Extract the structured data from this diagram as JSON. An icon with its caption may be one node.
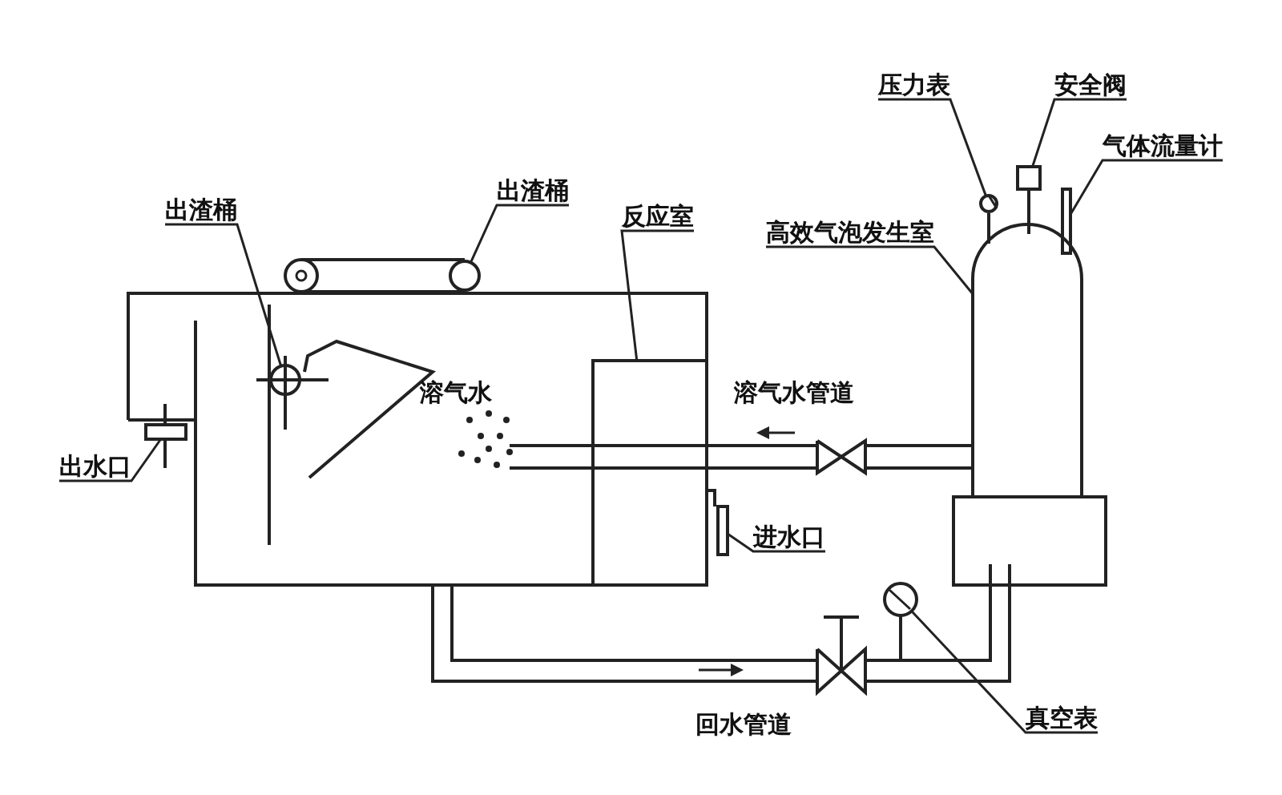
{
  "diagram": {
    "nodes": [
      {
        "text": [
          "出渣桶"
        ]
      },
      {
        "text": [
          "出渣桶"
        ]
      },
      {
        "text": [
          "反应室"
        ]
      },
      {
        "text": [
          "压力表"
        ]
      },
      {
        "text": [
          "安全阀"
        ]
      },
      {
        "text": [
          "气体流量计"
        ]
      },
      {
        "text": [
          "高效气泡发生室"
        ]
      },
      {
        "text": [
          "出水口"
        ]
      },
      {
        "text": [
          "进水口"
        ]
      },
      {
        "text": [
          "真空表"
        ]
      },
      {
        "text": [],
        "shape": "circle"
      },
      {
        "text": [],
        "shape": "circle"
      },
      {
        "text": [],
        "shape": "box"
      },
      {
        "text": [],
        "shape": "circle"
      },
      {
        "text": [],
        "shape": "box"
      },
      {
        "text": [],
        "shape": "bar"
      },
      {
        "text": [],
        "shape": "cylinder"
      },
      {
        "text": [],
        "shape": "bar"
      },
      {
        "text": [],
        "shape": "bar"
      },
      {
        "text": [],
        "shape": "circle"
      }
    ],
    "edges": [
      {
        "from": 0,
        "to": 10,
        "arrow": "none"
      },
      {
        "from": 1,
        "to": 11,
        "arrow": "none"
      },
      {
        "from": 2,
        "to": 12,
        "arrow": "none"
      },
      {
        "from": 3,
        "to": 13,
        "arrow": "none"
      },
      {
        "from": 4,
        "to": 14,
        "arrow": "none"
      },
      {
        "from": 5,
        "to": 15,
        "arrow": "none"
      },
      {
        "from": 6,
        "to": 16,
        "arrow": "none"
      },
      {
        "from": 7,
        "to": 17,
        "arrow": "none"
      },
      {
        "from": 8,
        "to": 18,
        "arrow": "none"
      },
      {
        "from": 9,
        "to": 19,
        "arrow": "none"
      }
    ],
    "labels": [
      "溶气水",
      "溶气水管道",
      "回水管道"
    ]
  }
}
